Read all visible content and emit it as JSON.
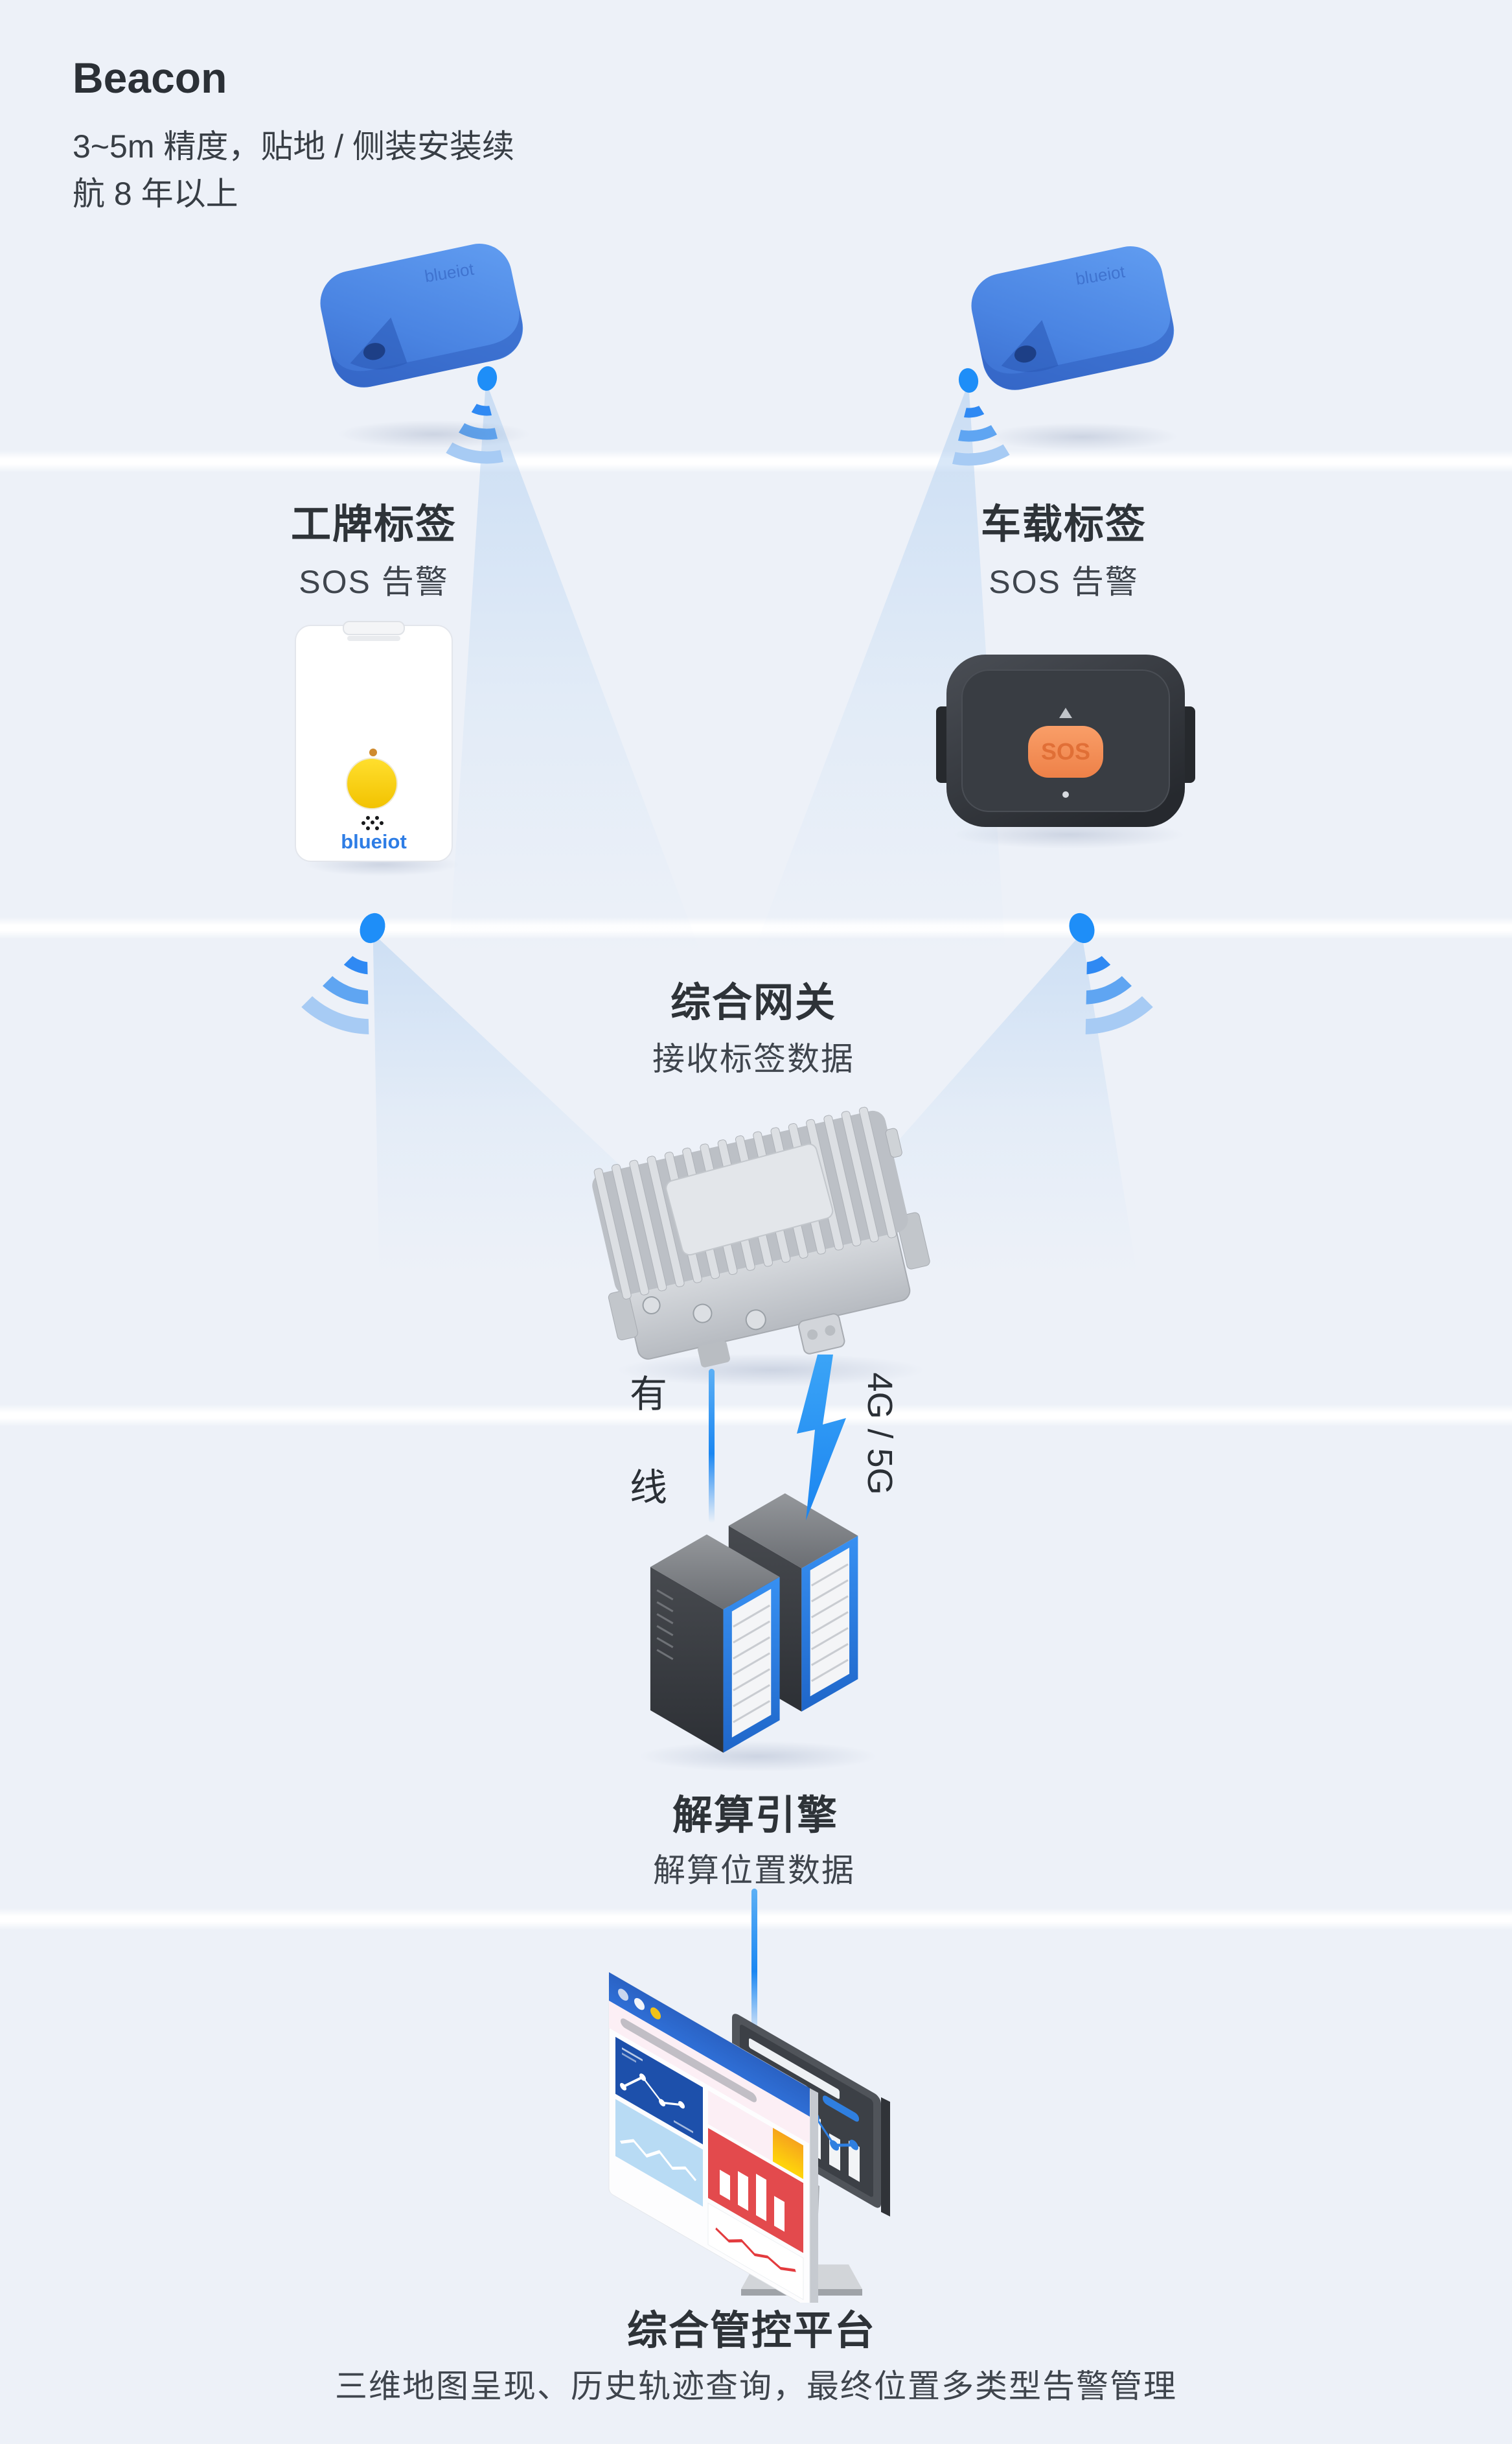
{
  "page": {
    "background": "#edf1f8",
    "accent_blue": "#1e8ef8",
    "title_color": "#2e3338",
    "body_color": "#3f454d"
  },
  "header": {
    "title": "Beacon",
    "subtitle_line1": "3~5m 精度，贴地 / 侧装安装续",
    "subtitle_line2": "航 8 年以上"
  },
  "beacons": {
    "brand": "blueiot"
  },
  "badge_tag": {
    "title": "工牌标签",
    "subtitle": "SOS 告警",
    "brand": "blueiot"
  },
  "vehicle_tag": {
    "title": "车载标签",
    "subtitle": "SOS 告警",
    "button_label": "SOS"
  },
  "gateway": {
    "title": "综合网关",
    "subtitle": "接收标签数据",
    "wired_label_top": "有",
    "wired_label_bottom": "线",
    "wireless_label": "4G / 5G"
  },
  "engine": {
    "title": "解算引擎",
    "subtitle": "解算位置数据"
  },
  "platform": {
    "title": "综合管控平台",
    "subtitle": "三维地图呈现、历史轨迹查询，最终位置多类型告警管理"
  }
}
